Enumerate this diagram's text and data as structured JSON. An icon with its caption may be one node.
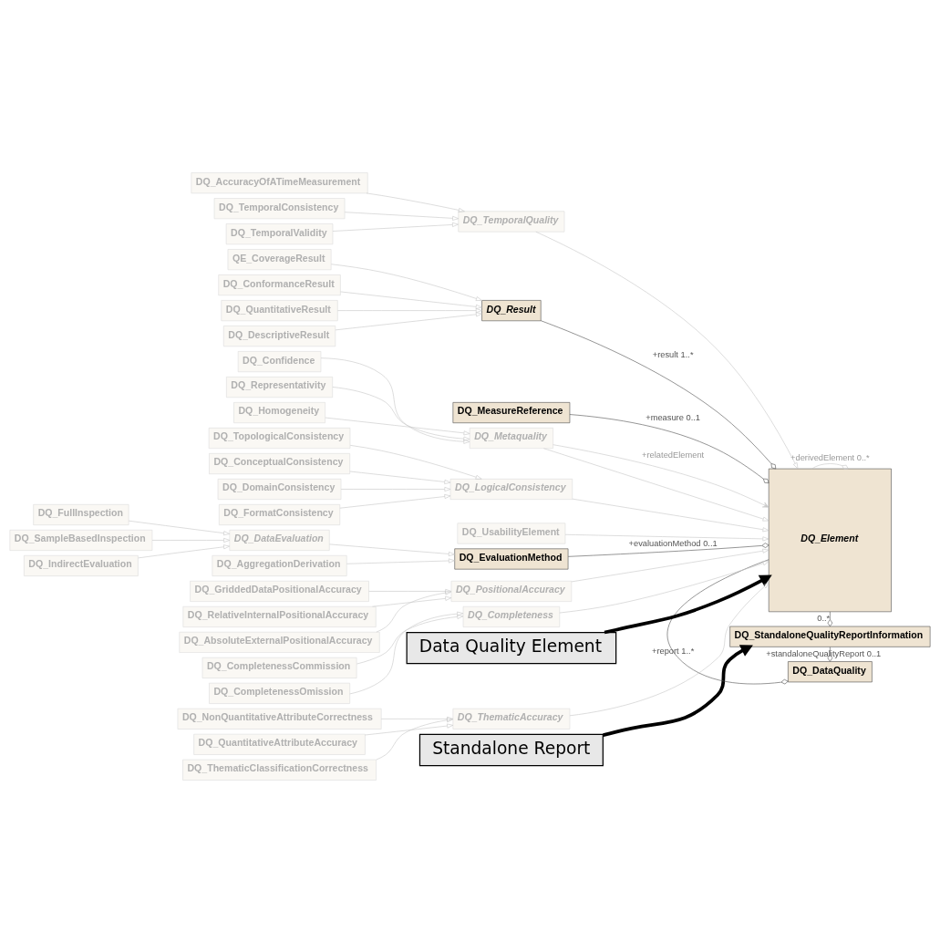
{
  "diagram": {
    "nodes": [
      {
        "text": [
          "DQ_FullInspection"
        ]
      },
      {
        "text": [
          "DQ_SampleBasedInspection"
        ]
      },
      {
        "text": [
          "DQ_IndirectEvaluation"
        ]
      },
      {
        "text": [
          "DQ_DataEvaluation"
        ]
      },
      {
        "text": [
          "DQ_AggregationDerivation"
        ]
      },
      {
        "text": [
          "DQ_ConformanceResult"
        ]
      },
      {
        "text": [
          "DQ_QuantitativeResult"
        ]
      },
      {
        "text": [
          "DQ_DescriptiveResult"
        ]
      },
      {
        "text": [
          "QE_CoverageResult"
        ]
      },
      {
        "text": [
          "Standalone Report"
        ]
      },
      {
        "text": [
          "DQ_MeasureReference"
        ]
      },
      {
        "text": [
          "DQ_EvaluationMethod"
        ]
      },
      {
        "text": [
          "DQ_Result"
        ]
      },
      {
        "text": [
          "DQ_StandaloneQualityReportInformation"
        ]
      },
      {
        "text": [
          "DQ_Metaquality"
        ]
      },
      {
        "text": [
          "DQ_Element"
        ]
      },
      {
        "text": [
          "DQ_DataQuality"
        ]
      },
      {
        "text": [
          "DQ_Confidence"
        ]
      },
      {
        "text": [
          "DQ_Representativity"
        ]
      },
      {
        "text": [
          "DQ_Homogeneity"
        ]
      },
      {
        "text": [
          "DQ_UsabilityElement"
        ]
      },
      {
        "text": [
          "DQ_LogicalConsistency"
        ]
      },
      {
        "text": [
          "DQ_ConceptualConsistency"
        ]
      },
      {
        "text": [
          "DQ_DomainConsistency"
        ]
      },
      {
        "text": [
          "DQ_FormatConsistency"
        ]
      },
      {
        "text": [
          "DQ_TopologicalConsistency"
        ]
      },
      {
        "text": [
          "DQ_PositionalAccuracy"
        ]
      },
      {
        "text": [
          "DQ_Completeness"
        ]
      },
      {
        "text": [
          "Data Quality Element"
        ]
      },
      {
        "text": [
          "DQ_AbsoluteExternalPositionalAccuracy"
        ]
      },
      {
        "text": [
          "DQ_CompletenessCommission"
        ]
      },
      {
        "text": [
          "DQ_GriddedDataPositionalAccuracy"
        ]
      },
      {
        "text": [
          "DQ_CompletenessOmission"
        ]
      },
      {
        "text": [
          "DQ_RelativeInternalPositionalAccuracy"
        ]
      },
      {
        "text": [
          "DQ_ThematicAccuracy"
        ]
      },
      {
        "text": [
          "DQ_TemporalQuality"
        ]
      },
      {
        "text": [
          "DQ_ThematicClassificationCorrectness"
        ]
      },
      {
        "text": [
          "DQ_AccuracyOfATimeMeasurement"
        ]
      },
      {
        "text": [
          "DQ_NonQuantitativeAttributeCorrectness"
        ]
      },
      {
        "text": [
          "DQ_TemporalConsistency"
        ]
      },
      {
        "text": [
          "DQ_QuantitativeAttributeAccuracy"
        ]
      },
      {
        "text": [
          "DQ_TemporalValidity"
        ]
      }
    ],
    "edges": [
      {
        "from": 0,
        "to": 3,
        "arrow": "to"
      },
      {
        "from": 1,
        "to": 3,
        "arrow": "to"
      },
      {
        "from": 2,
        "to": 3,
        "arrow": "to"
      },
      {
        "from": 3,
        "to": 11,
        "arrow": "to"
      },
      {
        "from": 4,
        "to": 11,
        "arrow": "to"
      },
      {
        "from": 5,
        "to": 12,
        "arrow": "to"
      },
      {
        "from": 6,
        "to": 12,
        "arrow": "to"
      },
      {
        "from": 7,
        "to": 12,
        "arrow": "to"
      },
      {
        "from": 8,
        "to": 12,
        "arrow": "to"
      },
      {
        "from": 9,
        "to": 13,
        "arrow": "to",
        "style": "thick",
        "color": "#000000"
      },
      {
        "from": 10,
        "to": 15,
        "arrow": "other",
        "label": "+measure 0..1",
        "color": "#555555"
      },
      {
        "from": 11,
        "to": 15,
        "arrow": "other",
        "label": "+evaluationMethod 0..1",
        "color": "#555555"
      },
      {
        "from": 12,
        "to": 15,
        "arrow": "other",
        "label": "+result 1..*",
        "color": "#555555"
      },
      {
        "from": 15,
        "to": 13,
        "arrow": "other",
        "label": "0..*",
        "color": "#555555"
      },
      {
        "from": 13,
        "to": 16,
        "arrow": "other",
        "label": "+standaloneQualityReport 0..1",
        "color": "#555555"
      },
      {
        "from": 14,
        "to": 15,
        "arrow": "to"
      },
      {
        "from": 14,
        "to": 15,
        "arrow": "to",
        "label": "+relatedElement"
      },
      {
        "from": 15,
        "to": 15,
        "arrow": "other",
        "label": "+derivedElement 0..*"
      },
      {
        "from": 15,
        "to": 16,
        "arrow": "other",
        "label": "+report 1..*",
        "color": "#555555"
      },
      {
        "from": 17,
        "to": 14,
        "arrow": "to"
      },
      {
        "from": 18,
        "to": 14,
        "arrow": "to"
      },
      {
        "from": 19,
        "to": 14,
        "arrow": "to"
      },
      {
        "from": 20,
        "to": 15,
        "arrow": "to"
      },
      {
        "from": 21,
        "to": 15,
        "arrow": "to"
      },
      {
        "from": 26,
        "to": 15,
        "arrow": "to"
      },
      {
        "from": 27,
        "to": 15,
        "arrow": "to"
      },
      {
        "from": 34,
        "to": 15,
        "arrow": "to"
      },
      {
        "from": 35,
        "to": 15,
        "arrow": "to"
      },
      {
        "from": 22,
        "to": 21,
        "arrow": "to"
      },
      {
        "from": 23,
        "to": 21,
        "arrow": "to"
      },
      {
        "from": 24,
        "to": 21,
        "arrow": "to"
      },
      {
        "from": 25,
        "to": 21,
        "arrow": "to"
      },
      {
        "from": 29,
        "to": 26,
        "arrow": "to"
      },
      {
        "from": 31,
        "to": 26,
        "arrow": "to"
      },
      {
        "from": 33,
        "to": 26,
        "arrow": "to"
      },
      {
        "from": 30,
        "to": 27,
        "arrow": "to"
      },
      {
        "from": 32,
        "to": 27,
        "arrow": "to"
      },
      {
        "from": 36,
        "to": 34,
        "arrow": "to"
      },
      {
        "from": 38,
        "to": 34,
        "arrow": "to"
      },
      {
        "from": 40,
        "to": 34,
        "arrow": "to"
      },
      {
        "from": 37,
        "to": 35,
        "arrow": "to"
      },
      {
        "from": 39,
        "to": 35,
        "arrow": "to"
      },
      {
        "from": 41,
        "to": 35,
        "arrow": "to"
      },
      {
        "from": 28,
        "to": 15,
        "arrow": "to",
        "style": "thick",
        "color": "#000000"
      }
    ]
  }
}
